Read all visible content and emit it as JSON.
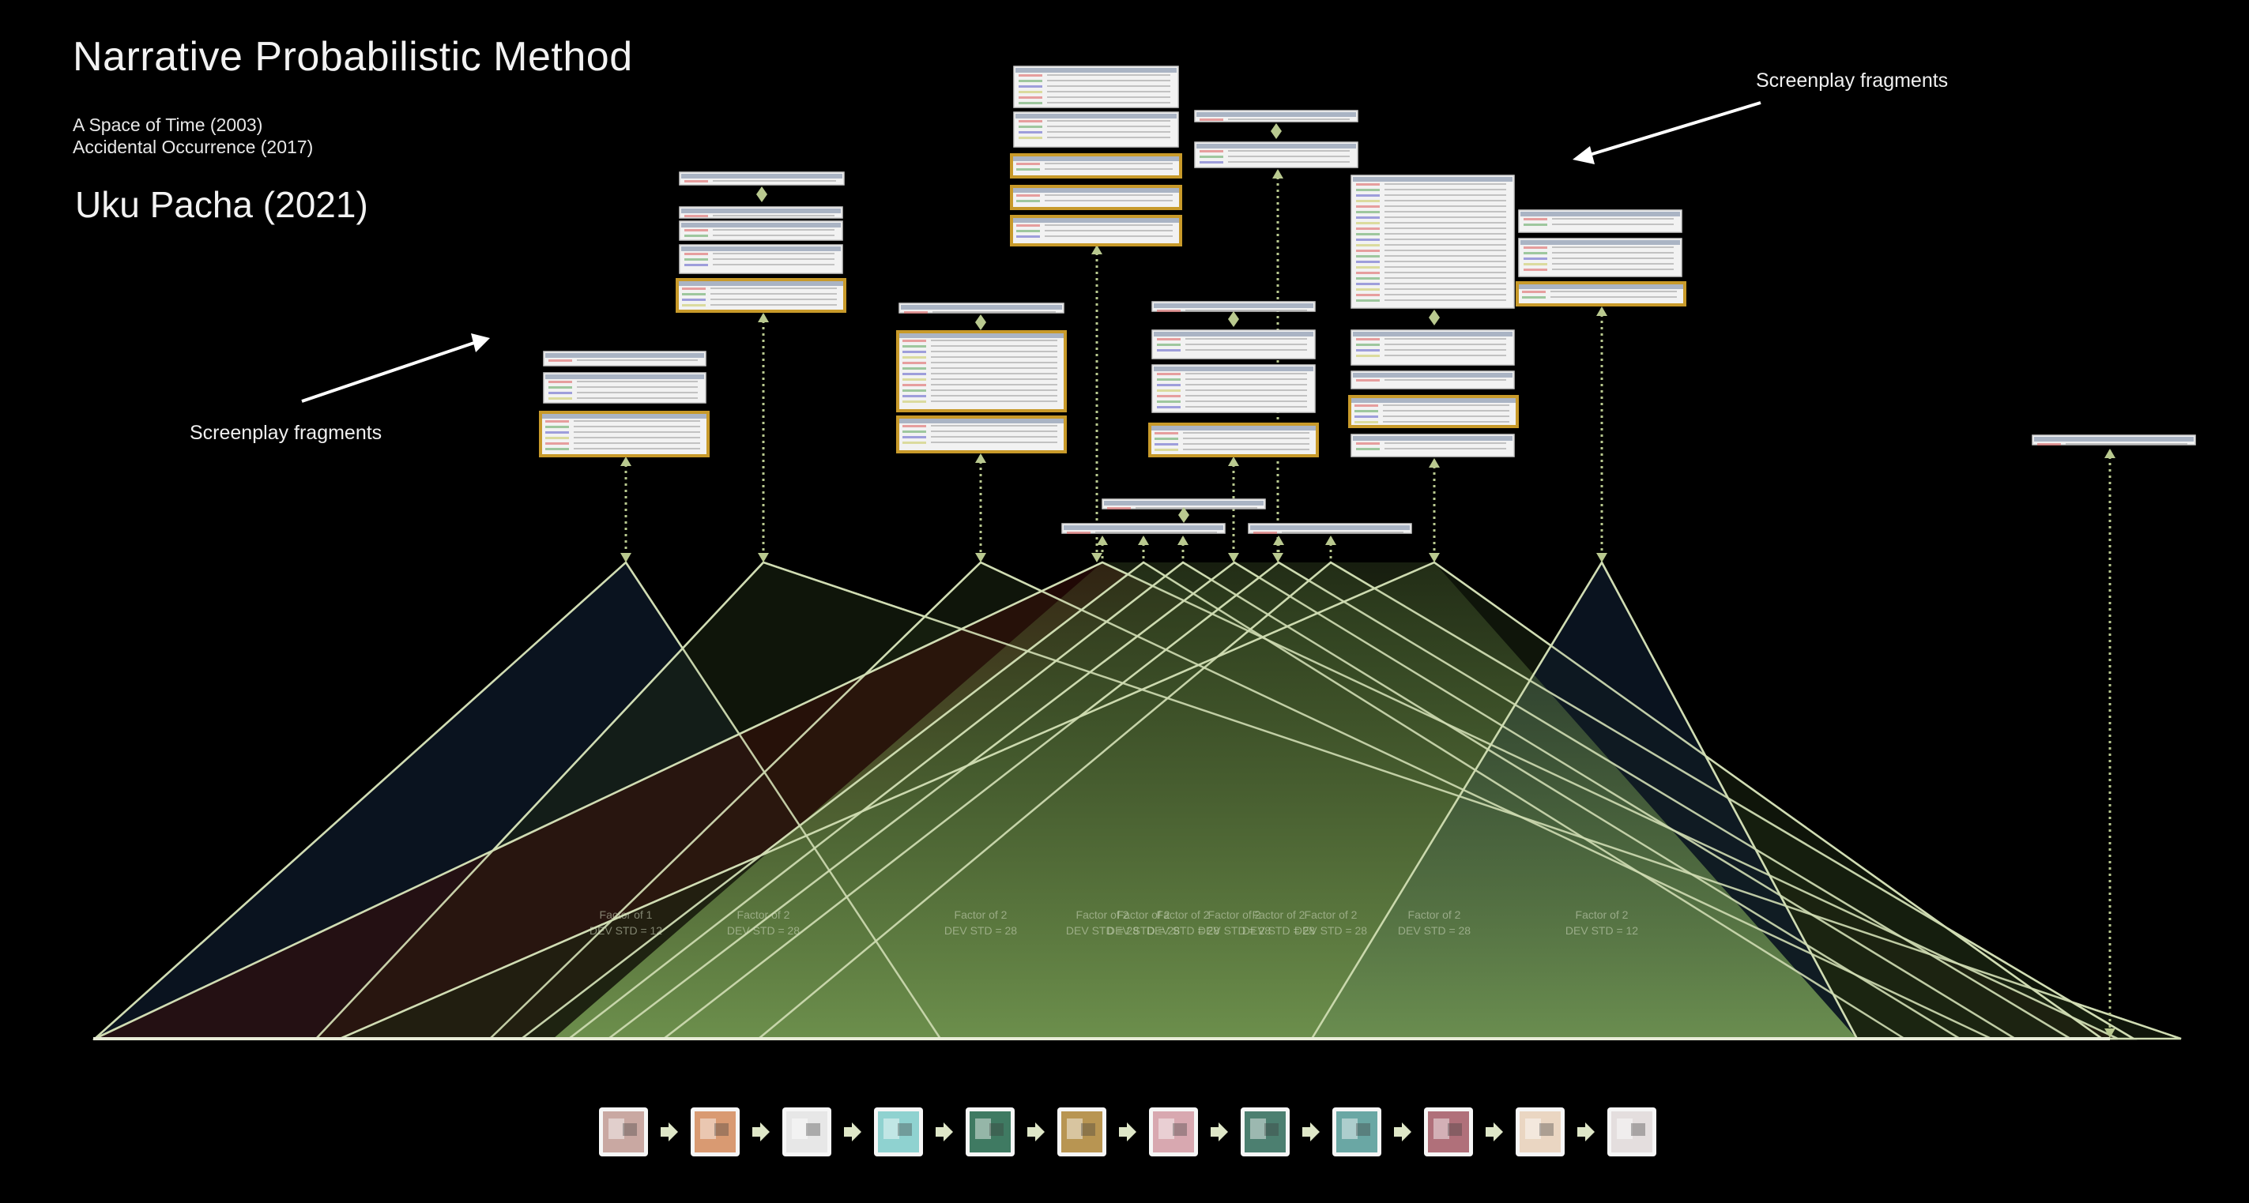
{
  "heading": {
    "title": "Narrative Probabilistic Method",
    "works": [
      "A Space of Time (2003)",
      "Accidental Occurrence (2017)"
    ],
    "featured": "Uku Pacha (2021)"
  },
  "callouts": {
    "top_right": "Screenplay fragments",
    "left": "Screenplay fragments"
  },
  "distributions": [
    {
      "label_factor": "Factor of 1",
      "label_dev": "DEV STD = 12",
      "fill": "#0d1a2a"
    },
    {
      "label_factor": "Factor of 2",
      "label_dev": "DEV STD = 28",
      "fill": "#1b2613"
    },
    {
      "label_factor": "Factor of 2",
      "label_dev": "DEV STD = 28",
      "fill": "#1b2613"
    },
    {
      "label_factor": "Factor of 2",
      "label_dev": "DEV STD = 28",
      "fill": "#3a0f0a"
    },
    {
      "label_factor": "Factor of 2",
      "label_dev": "DEV STD = 28",
      "fill": "#1b2613"
    },
    {
      "label_factor": "Factor of 2",
      "label_dev": "DEV STD = 28",
      "fill": "#1b2613"
    },
    {
      "label_factor": "Factor of 2",
      "label_dev": "DEV STD = 28",
      "fill": "#1b2613"
    },
    {
      "label_factor": "Factor of 2",
      "label_dev": "DEV STD = 28",
      "fill": "#1b2613"
    },
    {
      "label_factor": "Factor of 2",
      "label_dev": "DEV STD = 28",
      "fill": "#1b2613"
    },
    {
      "label_factor": "Factor of 2",
      "label_dev": "DEV STD = 28",
      "fill": "#1b2613"
    },
    {
      "label_factor": "Factor of 2",
      "label_dev": "DEV STD = 12",
      "fill": "#0d1a2a"
    }
  ],
  "colors": {
    "background": "#000000",
    "outline": "#cfdcb2",
    "connector": "#b9c98f",
    "highlight_border": "#c89a2a",
    "fragment_bg": "#f2f2f2"
  },
  "filmstrip": {
    "frame_count": 12,
    "arrow_icon": "arrow-right-icon",
    "frame_tints": [
      "#c9a8a2",
      "#d99a72",
      "#e7e7e7",
      "#8fd2d0",
      "#3f7a62",
      "#b89552",
      "#d8a8b0",
      "#4c7f70",
      "#6aa7a4",
      "#b0707a",
      "#ead6c2",
      "#e4dede"
    ]
  }
}
